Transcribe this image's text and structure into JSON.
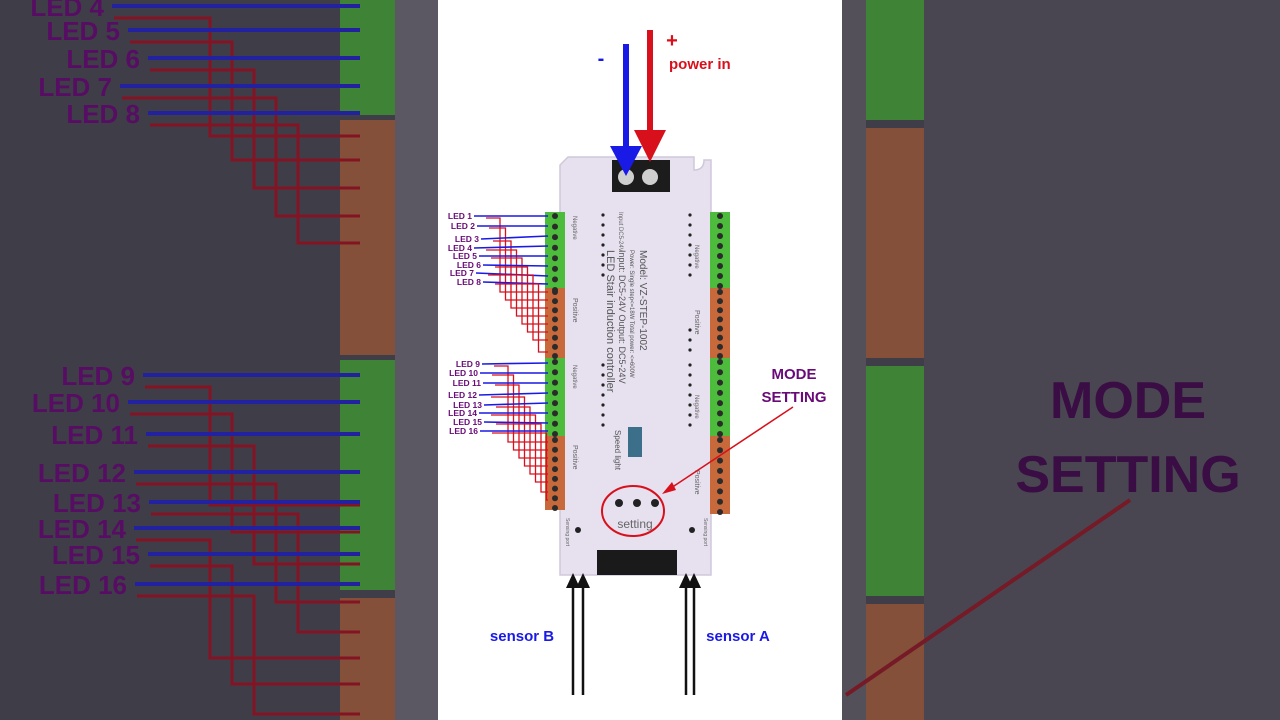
{
  "power": {
    "minus": "-",
    "plus": "+",
    "label": "power in"
  },
  "mode": {
    "line1": "MODE",
    "line2": "SETTING",
    "button_label": "setting"
  },
  "sensors": {
    "b": "sensor B",
    "a": "sensor A"
  },
  "led_labels": [
    "LED 1",
    "LED 2",
    "LED 3",
    "LED 4",
    "LED 5",
    "LED 6",
    "LED 7",
    "LED 8",
    "LED 9",
    "LED 10",
    "LED 11",
    "LED 12",
    "LED 13",
    "LED 14",
    "LED 15",
    "LED 16"
  ],
  "bg_led_labels": [
    "LED 4",
    "LED 5",
    "LED 6",
    "LED 7",
    "LED 8",
    "LED 9",
    "LED 10",
    "LED 11",
    "LED 12",
    "LED 13",
    "LED 14",
    "LED 15",
    "LED 16"
  ],
  "board": {
    "line1": "Model: VZ-STEP-1002",
    "line2": "Power: Single step<=18W Total power: <=600W",
    "line3": "Input: DC5-24V Output: DC5-24V",
    "line4": "LED Stair induction controller",
    "input_label": "Input DC5-24V",
    "speed_label": "Speed light",
    "negative": "Negative",
    "positive": "Positive",
    "sensing_port": "Sensing port"
  },
  "colors": {
    "wire_blue": "#1a1ae6",
    "wire_red": "#d8101c",
    "label_purple": "#6a0a78",
    "sensor_blue": "#1a1ae6",
    "terminal_green": "#4dbb3c",
    "terminal_orange": "#c8693c",
    "board_body": "#e6e0ef"
  }
}
